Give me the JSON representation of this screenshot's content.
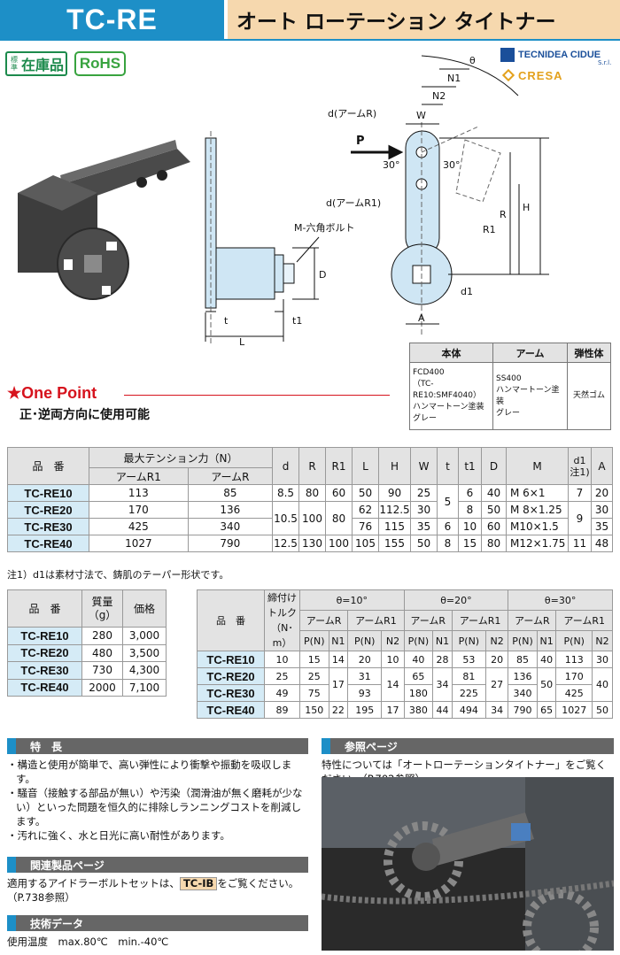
{
  "header": {
    "code": "TC-RE",
    "title": "オート ローテーション タイトナー"
  },
  "badges": {
    "stock_small": "標準",
    "stock": "在庫品",
    "rohs": "RoHS"
  },
  "logos": {
    "tecnidea": "TECNIDEA CIDUE",
    "tecnidea_sub": "S.r.l.",
    "cresa": "CRESA"
  },
  "diagram": {
    "labels": {
      "theta": "θ",
      "n1": "N1",
      "n2": "N2",
      "w": "W",
      "d_arm_r": "d(アームR)",
      "p": "P",
      "angle1": "30°",
      "angle2": "30°",
      "h": "H",
      "r": "R",
      "r1": "R1",
      "d_arm_r1": "d(アームR1)",
      "bolt": "M-六角ボルト",
      "d": "D",
      "d1": "d1",
      "a": "A",
      "t": "t",
      "t1": "t1",
      "l": "L"
    }
  },
  "material": {
    "headers": [
      "本体",
      "アーム",
      "弾性体"
    ],
    "body_lines": [
      "FCD400",
      "（TC-RE10:SMF4040）",
      "ハンマートーン塗装",
      "グレー"
    ],
    "arm_lines": [
      "SS400",
      "ハンマートーン塗装",
      "グレー"
    ],
    "elastic": "天然ゴム"
  },
  "one_point": {
    "title": "★One Point",
    "text": "正･逆両方向に使用可能"
  },
  "spec": {
    "h_code": "品　番",
    "h_tension": "最大テンション力（N）",
    "h_arm_r1": "アームR1",
    "h_arm_r": "アームR",
    "h_d": "d",
    "h_r": "R",
    "h_r1": "R1",
    "h_l": "L",
    "h_h": "H",
    "h_w": "W",
    "h_t": "t",
    "h_t1": "t1",
    "h_dd": "D",
    "h_m": "M",
    "h_d1": "d1",
    "h_d1_note": "注1)",
    "h_a": "A",
    "rows": [
      {
        "code": "TC-RE10",
        "r1": "113",
        "r": "85",
        "d": "8.5",
        "l": "50",
        "h": "90",
        "w": "25",
        "t1": "6",
        "dd": "40",
        "m": "M 6×1",
        "d1": "7",
        "a": "20"
      },
      {
        "code": "TC-RE20",
        "r1": "170",
        "r": "136",
        "l": "62",
        "h": "112.5",
        "w": "30",
        "t1": "8",
        "dd": "50",
        "m": "M 8×1.25",
        "a": "30"
      },
      {
        "code": "TC-RE30",
        "r1": "425",
        "r": "340",
        "l": "76",
        "h": "115",
        "w": "35",
        "t": "6",
        "t1": "10",
        "dd": "60",
        "m": "M10×1.5",
        "a": "35"
      },
      {
        "code": "TC-RE40",
        "r1": "1027",
        "r": "790",
        "d": "12.5",
        "rr": "130",
        "rr1": "100",
        "l": "105",
        "h": "155",
        "w": "50",
        "t": "8",
        "t1": "15",
        "dd": "80",
        "m": "M12×1.75",
        "d1": "11",
        "a": "48"
      }
    ],
    "merged": {
      "d_20_30": "10.5",
      "r_10_30": "100",
      "r1_10": "60",
      "r1_20_30": "80",
      "t_10_20": "5",
      "d1_20_30": "9",
      "r_10": "80"
    },
    "note": "注1）d1は素材寸法で、鋳肌のテーパー形状です。"
  },
  "weights": {
    "h_code": "品　番",
    "h_mass": "質量（g）",
    "h_price": "価格",
    "rows": [
      {
        "code": "TC-RE10",
        "mass": "280",
        "price": "3,000"
      },
      {
        "code": "TC-RE20",
        "mass": "480",
        "price": "3,500"
      },
      {
        "code": "TC-RE30",
        "mass": "730",
        "price": "4,300"
      },
      {
        "code": "TC-RE40",
        "mass": "2000",
        "price": "7,100"
      }
    ]
  },
  "torque": {
    "h_code": "品　番",
    "h_torque": "締付けトルク（N･m）",
    "h_t10": "θ=10°",
    "h_t20": "θ=20°",
    "h_t30": "θ=30°",
    "h_arm_r": "アームR",
    "h_arm_r1": "アームR1",
    "h_p": "P(N)",
    "h_n1": "N1",
    "h_n2": "N2",
    "rows": [
      {
        "code": "TC-RE10",
        "tq": "10",
        "p10r": "15",
        "n10": "14",
        "p10r1": "20",
        "n10b": "10",
        "p20r": "40",
        "n20": "28",
        "p20r1": "53",
        "n20b": "20",
        "p30r": "85",
        "n30": "40",
        "p30r1": "113",
        "n30b": "30"
      },
      {
        "code": "TC-RE20",
        "tq": "25",
        "p10r": "25",
        "p20r": "65",
        "p30r": "136"
      },
      {
        "code": "TC-RE30",
        "tq": "49",
        "p10r": "75",
        "p20r": "180",
        "p30r": "340"
      },
      {
        "code": "TC-RE40",
        "tq": "89",
        "p10r": "150",
        "n10": "22",
        "p10r1": "195",
        "n10b": "17",
        "p20r": "380",
        "n20": "44",
        "p20r1": "494",
        "n20b": "34",
        "p30r": "790",
        "n30": "65",
        "p30r1": "1027",
        "n30b": "50"
      }
    ],
    "merged": {
      "n10_mid": "17",
      "p10r1_20": "31",
      "p10r1_30": "93",
      "n10b_mid": "14",
      "n20_mid": "34",
      "p20r1_20": "81",
      "p20r1_30": "225",
      "n20b_mid": "27",
      "n30_mid": "50",
      "p30r1_20": "170",
      "p30r1_30": "425",
      "n30b_mid": "40"
    }
  },
  "features": {
    "title": "特　長",
    "items": [
      "・構造と使用が簡単で、高い弾性により衝撃や振動を吸収します。",
      "・騒音（接触する部品が無い）や汚染（潤滑油が無く磨耗が少ない）といった問題を恒久的に排除しランニングコストを削減します。",
      "・汚れに強く、水と日光に高い耐性があります。"
    ]
  },
  "related": {
    "title": "関連製品ページ",
    "pre": "適用するアイドラーボルトセットは、",
    "link": "TC-IB",
    "post": "をご覧ください。",
    "ref": "（P.738参照）"
  },
  "tech": {
    "title": "技術データ",
    "text": "使用温度　max.80℃　min.-40℃"
  },
  "reference": {
    "title": "参照ページ",
    "text": "特性については「オートローテーションタイトナー」をご覧ください。（P.702参照）"
  }
}
